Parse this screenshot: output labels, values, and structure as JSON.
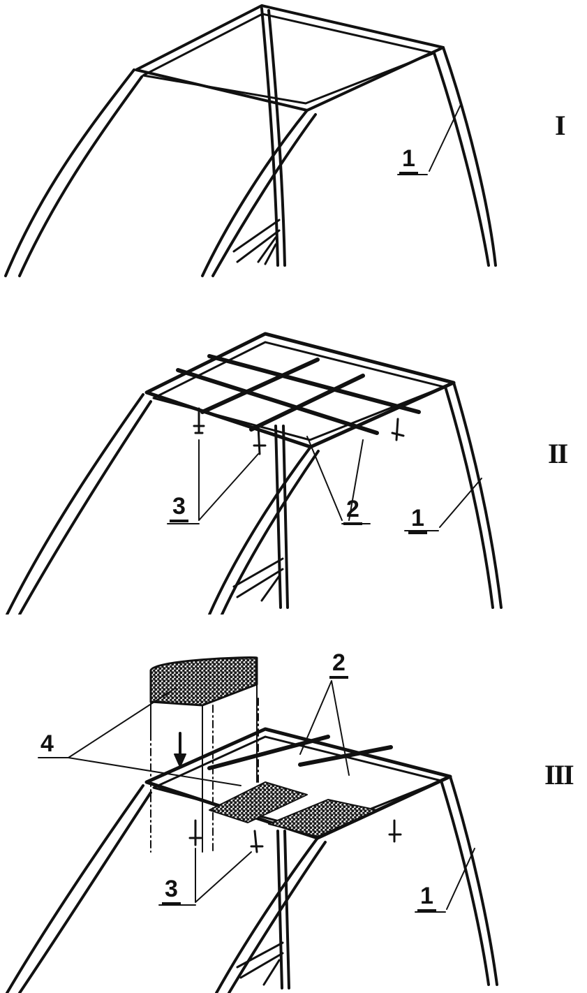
{
  "diagram": {
    "description": "Three-stage assembly of a roof rack on a tubular arched frame",
    "colors": {
      "ink": "#111111",
      "background": "#ffffff",
      "fill_texture": "#222222"
    },
    "panels": [
      {
        "id": "I",
        "stage_label": "I",
        "callouts": [
          {
            "number": "1",
            "target": "arched frame tube"
          }
        ]
      },
      {
        "id": "II",
        "stage_label": "II",
        "callouts": [
          {
            "number": "3",
            "target": "hook fasteners"
          },
          {
            "number": "2",
            "target": "cross straps / grid"
          },
          {
            "number": "1",
            "target": "arched frame tube"
          }
        ]
      },
      {
        "id": "III",
        "stage_label": "III",
        "callouts": [
          {
            "number": "4",
            "target": "padded cushion block"
          },
          {
            "number": "2",
            "target": "cross straps / grid"
          },
          {
            "number": "3",
            "target": "hook fasteners"
          },
          {
            "number": "1",
            "target": "arched frame tube"
          }
        ]
      }
    ]
  }
}
